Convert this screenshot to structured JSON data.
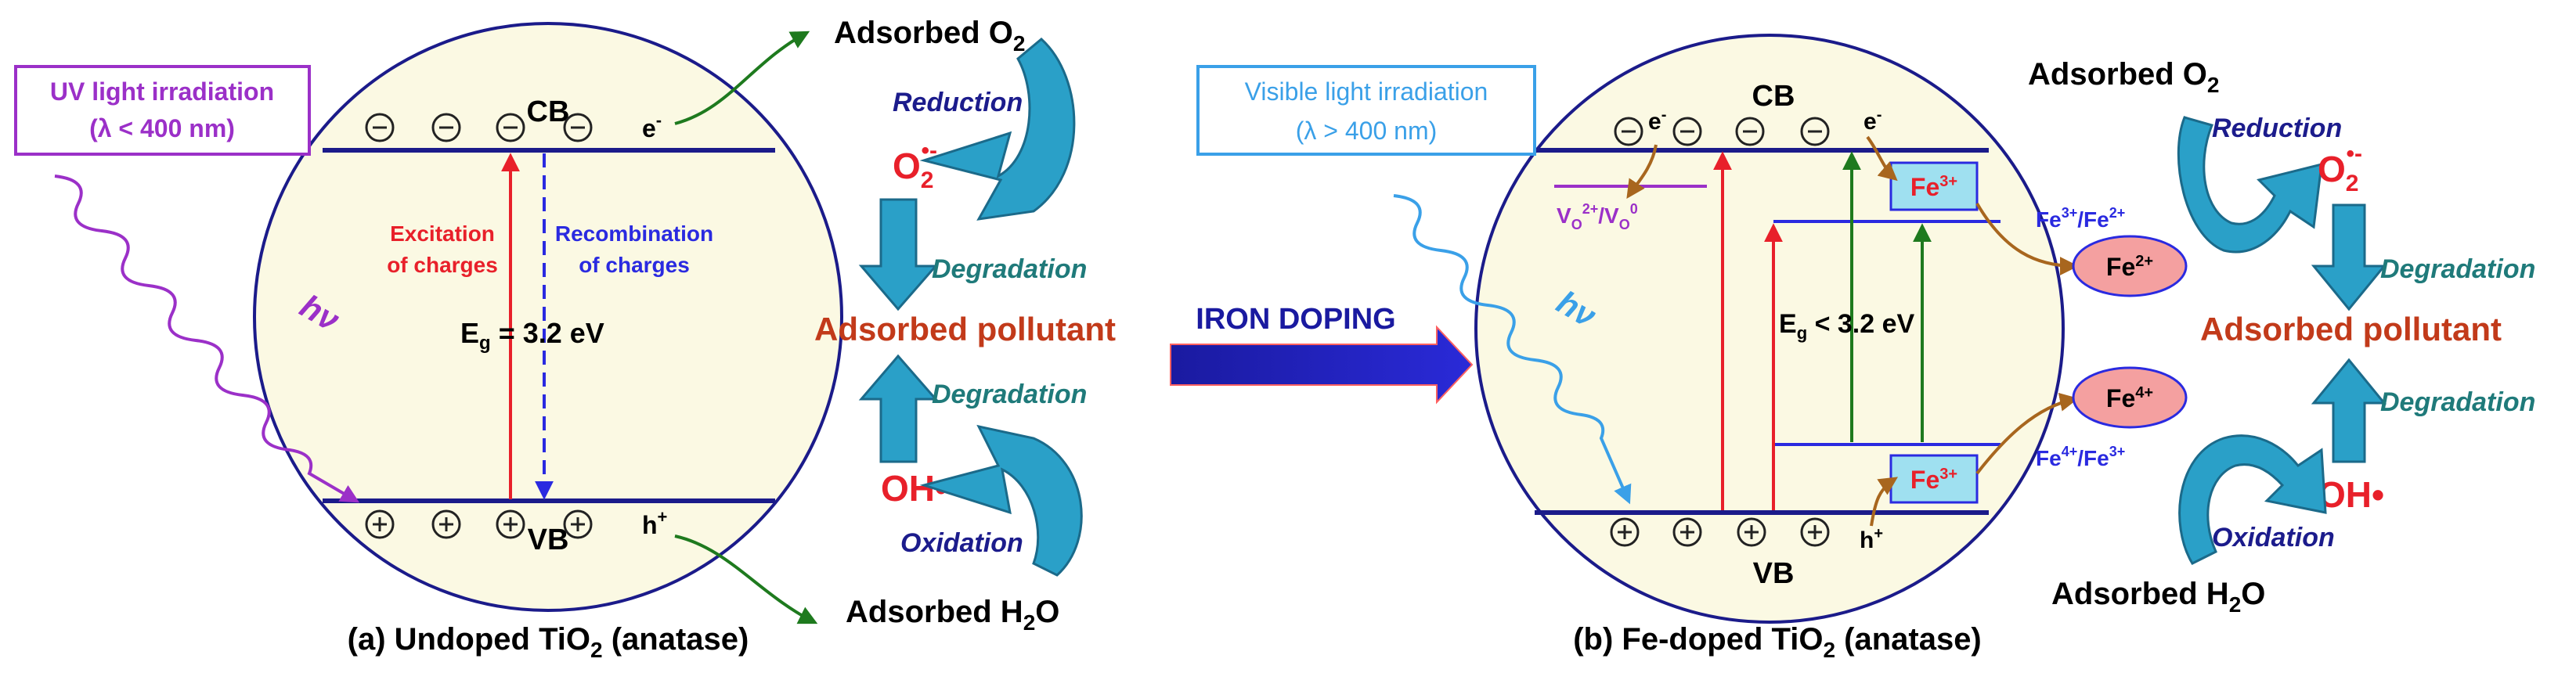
{
  "left": {
    "light_box": {
      "line1": "UV light irradiation",
      "line2": "(λ < 400 nm)"
    },
    "hv": "hν",
    "cb": "CB",
    "vb": "VB",
    "electron": "e",
    "hole": "h",
    "excitation": {
      "line1": "Excitation",
      "line2": "of charges"
    },
    "recombination": {
      "line1": "Recombination",
      "line2": "of charges"
    },
    "eg": {
      "main": "E",
      "sub": "g",
      "rest": " = 3.2 eV"
    },
    "caption": {
      "pre": "(a) Undoped TiO",
      "sub": "2",
      "post": " (anatase)"
    },
    "adsorbed_o2": {
      "main": "Adsorbed O",
      "sub": "2"
    },
    "adsorbed_h2o": {
      "main": "Adsorbed H",
      "sub": "2",
      "post": "O"
    },
    "reduction": "Reduction",
    "oxidation": "Oxidation",
    "degradation_top": "Degradation",
    "degradation_bottom": "Degradation",
    "superoxide": {
      "main": "O",
      "sub": "2",
      "sup": "•-"
    },
    "hydroxyl": "OH•",
    "pollutant": "Adsorbed pollutant"
  },
  "middle": {
    "doping": "IRON DOPING"
  },
  "right": {
    "light_box": {
      "line1": "Visible light irradiation",
      "line2": "(λ > 400 nm)"
    },
    "hv": "hν",
    "cb": "CB",
    "vb": "VB",
    "electron": "e",
    "hole": "h",
    "vo": {
      "a": "V",
      "a_sub": "O",
      "a_sup": "2+",
      "sep": "/V",
      "b_sub": "O",
      "b_sup": "0"
    },
    "fe3_top": {
      "main": "Fe",
      "sup": "3+"
    },
    "fe3_bottom": {
      "main": "Fe",
      "sup": "3+"
    },
    "eg": {
      "main": "E",
      "sub": "g",
      "rest": " < 3.2 eV"
    },
    "couple_top": {
      "a": "Fe",
      "a_sup": "3+",
      "sep": "/Fe",
      "b_sup": "2+"
    },
    "couple_bottom": {
      "a": "Fe",
      "a_sup": "4+",
      "sep": "/Fe",
      "b_sup": "3+"
    },
    "fe2": {
      "main": "Fe",
      "sup": "2+"
    },
    "fe4": {
      "main": "Fe",
      "sup": "4+"
    },
    "caption": {
      "pre": "(b) Fe-doped TiO",
      "sub": "2",
      "post": " (anatase)"
    },
    "adsorbed_o2": {
      "main": "Adsorbed O",
      "sub": "2"
    },
    "adsorbed_h2o": {
      "main": "Adsorbed H",
      "sub": "2",
      "post": "O"
    },
    "reduction": "Reduction",
    "oxidation": "Oxidation",
    "degradation_top": "Degradation",
    "degradation_bottom": "Degradation",
    "superoxide": {
      "main": "O",
      "sub": "2",
      "sup": "•-"
    },
    "hydroxyl": "OH•",
    "pollutant": "Adsorbed pollutant"
  },
  "colors": {
    "circle_fill": "#fbf9e3",
    "band": "#1b1b8a",
    "uv": "#9b30c8",
    "visible": "#3aa0e8",
    "red": "#e8202a",
    "blue_dash": "#2a2ae0",
    "green": "#1e7a1e",
    "brown": "#a8661e",
    "teal": "#1f7a7a",
    "navy": "#1c1c8c",
    "pollutant": "#c23a1a",
    "arrow_fill": "#2aa0c8",
    "fe_box": "#9fe0f0",
    "fe_oval": "#f4a0a0"
  }
}
